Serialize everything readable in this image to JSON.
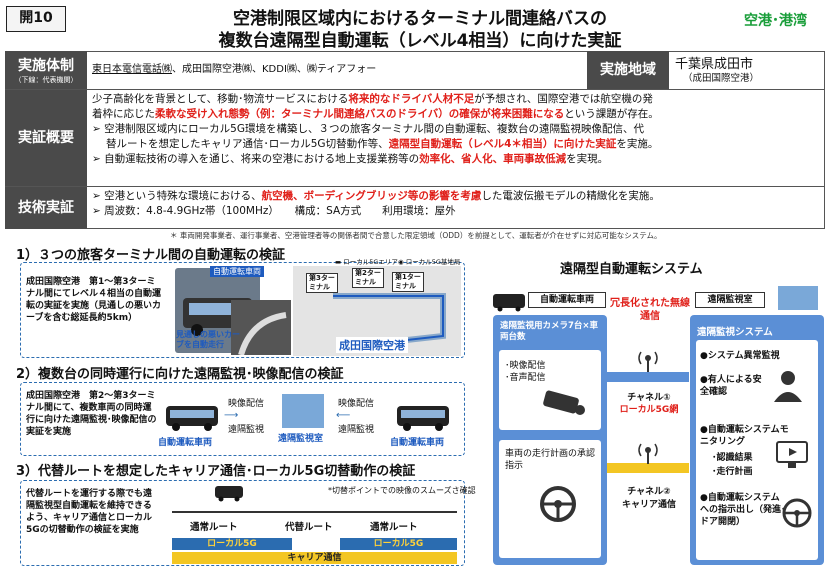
{
  "header": {
    "badge": "開10",
    "title1": "空港制限区域内におけるターミナル間連絡バスの",
    "title2": "複数台遠隔型自動運転（レベル4相当）に向けた実証",
    "category": "空港･港湾"
  },
  "info": {
    "org_label": "実施体制",
    "org_sub": "（下線：代表機関）",
    "org_lead": "東日本電信電話㈱",
    "org_rest": "、成田国際空港㈱、KDDI㈱、㈱ティアフォー",
    "site_label": "実施地域",
    "site": "千葉県成田市",
    "site_sub": "（成田国際空港）",
    "summary_label": "実証概要",
    "summary": {
      "p1a": "少子高齢化を背景として、移動･物流サービスにおける",
      "p1b": "将来的なドライバ人材不足",
      "p1c": "が予想され、国際空港では航空機の発",
      "p1d": "着枠に応じた",
      "p1e": "柔軟な受け入れ態勢（例：ターミナル間連絡バスのドライバ）の確保が将来困難になる",
      "p1f": "という課題が存在。",
      "b1a": "空港制限区域内にローカル5G環境を構築し、３つの旅客ターミナル間の自動運転、複数台の遠隔監視映像配信、代",
      "b1b": "替ルートを想定したキャリア通信･ローカル5G切替動作等、",
      "b1c": "遠隔型自動運転（レベル4＊相当）に向けた実証",
      "b1d": "を実施。",
      "b2a": "自動運転技術の導入を通じ、将来の空港における地上支援業務等の",
      "b2b": "効率化、省人化、車両事故低減",
      "b2c": "を実現。"
    },
    "tech_label": "技術実証",
    "tech": {
      "t1a": "空港という特殊な環境における、",
      "t1b": "航空機、ボーディングブリッジ等の影響を考慮",
      "t1c": "した電波伝搬モデルの精緻化を実施。",
      "t2": "周波数：4.8-4.9GHz帯（100MHz）　　構成：SA方式　　利用環境：屋外"
    }
  },
  "footnote": "＊ 車両開発事業者、運行事業者、空港管理者等の関係者間で合意した限定領域（ODD）を前提として、運転者が介在せずに対応可能なシステム。",
  "sec1": {
    "title": "1）３つの旅客ターミナル間の自動運転の検証",
    "desc": "成田国際空港　第1～第3ターミナル間にてレベル４相当の自動運転の実証を実施（見通しの悪いカーブを含む総延長約5km）",
    "vehicle": "自動運転車両",
    "legend1": "ローカル5Gエリア",
    "legend2": "ローカル5G基地局",
    "t1": "第1ターミナル",
    "t2": "第2ターミナル",
    "t3": "第3ターミナル",
    "curve": "見通しの悪いカーブを自動走行",
    "airport": "成田国際空港"
  },
  "sec2": {
    "title": "2）複数台の同時運行に向けた遠隔監視･映像配信の検証",
    "desc": "成田国際空港　第2～第3ターミナル間にて、複数車両の同時運行に向けた遠隔監視･映像配信の実証を実施",
    "video": "映像配信",
    "monitor": "遠隔監視",
    "video2": "映像配信",
    "monitor2": "遠隔監視",
    "vehicle1": "自動運転車両",
    "room": "遠隔監視室",
    "vehicle2": "自動運転車両"
  },
  "sec3": {
    "title": "3）代替ルートを想定したキャリア通信･ローカル5G切替動作の検証",
    "desc": "代替ルートを運行する際でも遠隔監視型自動運転を維持できるよう、キャリア通信とローカル5Gの切替動作の検証を実施",
    "note": "*切替ポイントでの映像のスムーズさ確認",
    "route1": "通常ルート",
    "route2": "代替ルート",
    "route3": "通常ルート",
    "l5g1": "ローカル5G",
    "l5g2": "ローカル5G",
    "carrier": "キャリア通信"
  },
  "system": {
    "title": "遠隔型自動運転システム",
    "vehicle_label": "自動運転車両",
    "room_label": "遠隔監視室",
    "redundant": "冗長化された無線通信",
    "left_head": "遠隔監視用カメラ7台×車両台数",
    "left1": "･映像配信",
    "left2": "･音声配信",
    "left3": "車両の走行計画の承認指示",
    "ch1": "チャネル①",
    "ch1b": "ローカル5G網",
    "ch2": "チャネル②",
    "ch2b": "キャリア通信",
    "right_head": "遠隔監視システム",
    "r1": "●システム異常監視",
    "r2": "●有人による安全確認",
    "r3": "●自動運転システムモニタリング",
    "r3a": "･認識結果",
    "r3b": "･走行計画",
    "r4": "●自動運転システムへの指示出し（発進･ドア開閉）"
  }
}
